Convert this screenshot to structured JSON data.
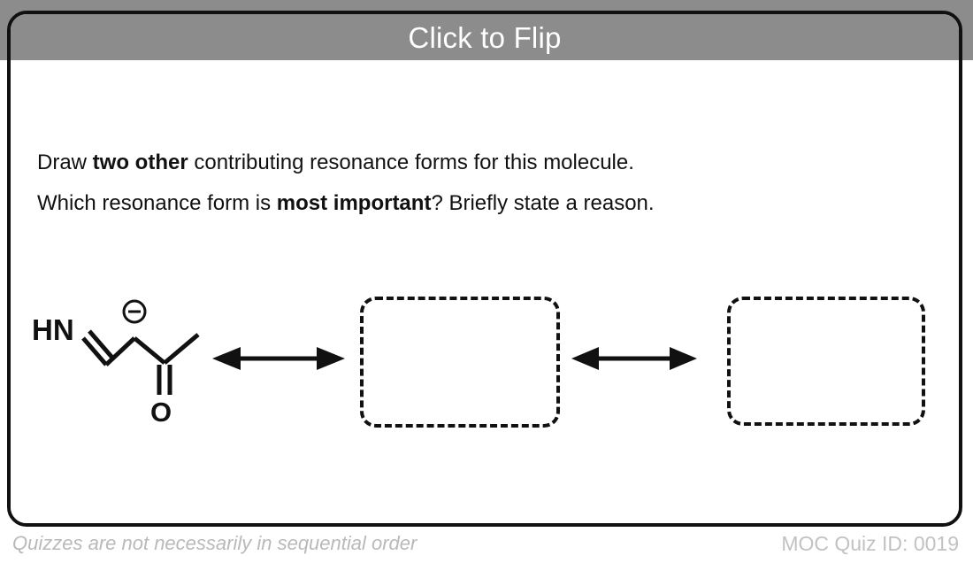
{
  "accent_colors": {
    "top_bar_start": "#29a8e0",
    "top_bar_end": "#5ce0d4",
    "header_gray": "#8c8c8c",
    "footer_gray": "#bdbdbd",
    "ink": "#111111"
  },
  "card": {
    "header": {
      "title": "Click to Flip"
    },
    "prompt": {
      "line1_part1": "Draw ",
      "line1_bold": "two other",
      "line1_part2": " contributing resonance forms for this molecule.",
      "line2_part1": "Which resonance form is ",
      "line2_bold": "most important",
      "line2_part2": "? Briefly state a reason."
    },
    "resonance": {
      "structure": {
        "label_nitrogen": "HN",
        "label_oxygen": "O",
        "charge_symbol": "⊖",
        "charge_description": "carbanion-minus-charge"
      },
      "arrow1_name": "resonance-double-headed-arrow",
      "arrow2_name": "resonance-double-headed-arrow",
      "blank1_label": "",
      "blank2_label": ""
    }
  },
  "footer": {
    "note": "Quizzes are not necessarily in sequential order",
    "quiz_id": "MOC Quiz ID: 0019"
  }
}
